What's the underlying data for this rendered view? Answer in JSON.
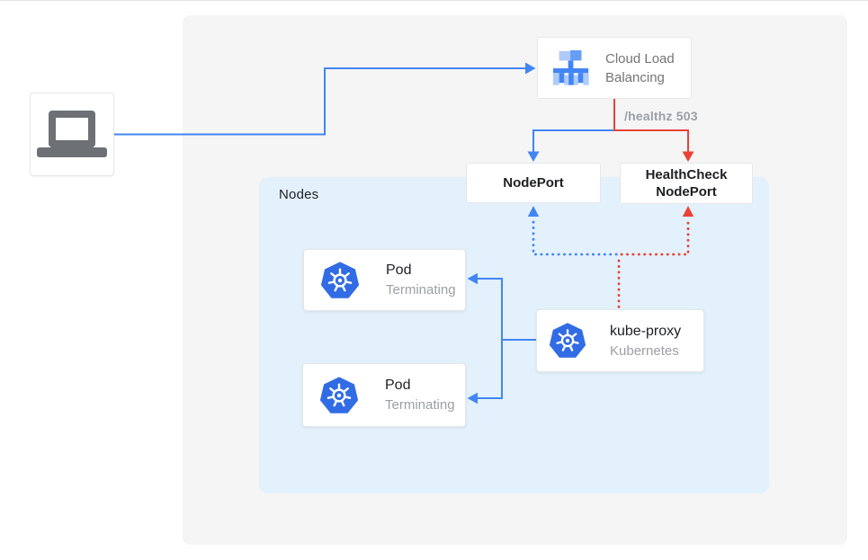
{
  "colors": {
    "accent_blue": "#4285f4",
    "accent_red": "#e94335",
    "kubernetes_blue": "#326ce5",
    "outer_panel_bg": "#f5f5f6",
    "nodes_panel_bg": "#e3f1fc",
    "box_border": "#e5e7e9",
    "laptop_gray": "#6d7175",
    "text_dark": "#202124",
    "text_gray_medium": "#757575",
    "text_gray_light": "#9aa0a6"
  },
  "diagram": {
    "client": {
      "icon": "laptop-icon"
    },
    "cloud_load_balancing": {
      "label": "Cloud Load Balancing",
      "icon": "load-balancer-icon"
    },
    "healthz_label": "/healthz 503",
    "nodeport": {
      "label": "NodePort"
    },
    "healthcheck_nodeport": {
      "label": "HealthCheck NodePort"
    },
    "nodes_group": {
      "label": "Nodes"
    },
    "pods": [
      {
        "title": "Pod",
        "status": "Terminating",
        "icon": "kubernetes-icon"
      },
      {
        "title": "Pod",
        "status": "Terminating",
        "icon": "kubernetes-icon"
      }
    ],
    "kube_proxy": {
      "title": "kube-proxy",
      "subtitle": "Kubernetes",
      "icon": "kubernetes-icon"
    }
  }
}
